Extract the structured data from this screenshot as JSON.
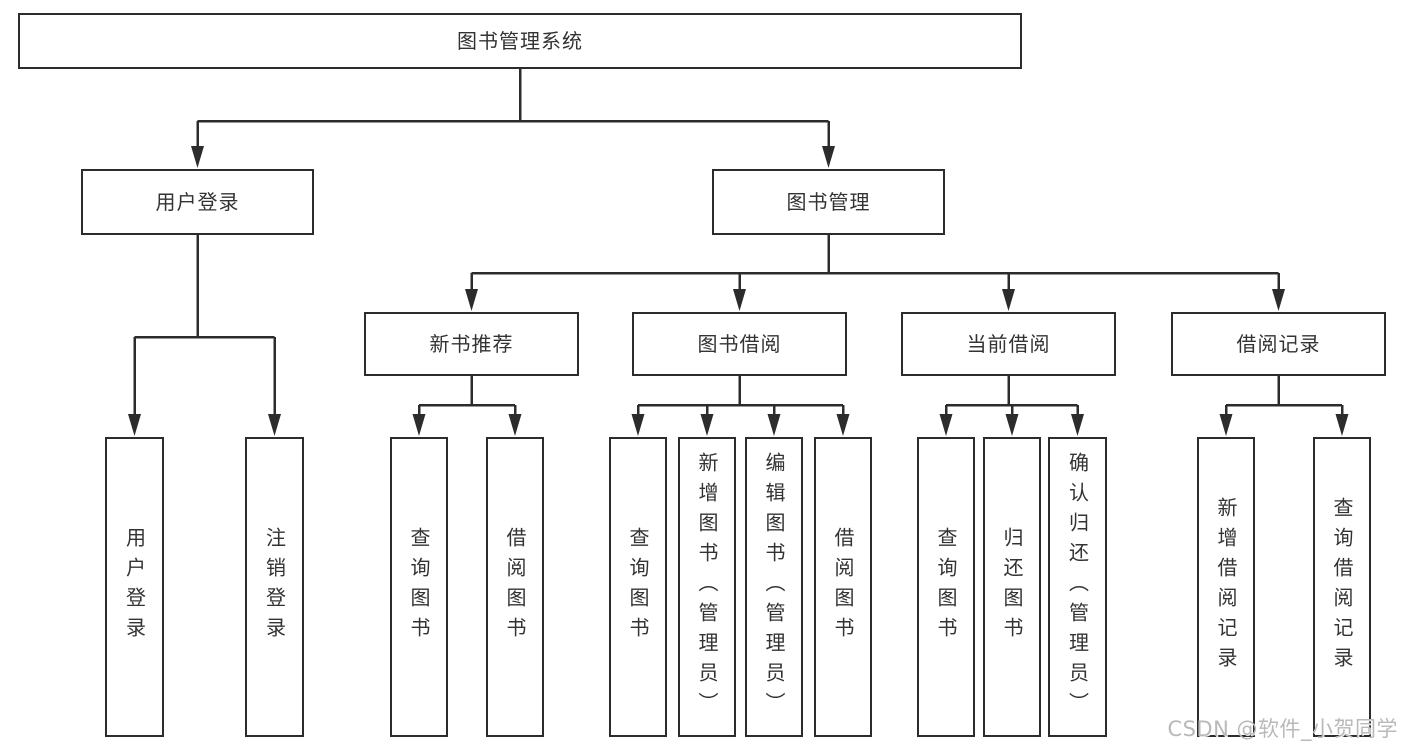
{
  "colors": {
    "line": "#2c2c2c",
    "box_border": "#2c2c2c",
    "box_fill": "#ffffff",
    "text": "#333333",
    "background": "#ffffff",
    "watermark": "#b9b9b9"
  },
  "tree": {
    "label": "图书管理系统",
    "children": [
      {
        "label": "用户登录",
        "children": [
          {
            "label": "用户登录"
          },
          {
            "label": "注销登录"
          }
        ]
      },
      {
        "label": "图书管理",
        "children": [
          {
            "label": "新书推荐",
            "children": [
              {
                "label": "查询图书"
              },
              {
                "label": "借阅图书"
              }
            ]
          },
          {
            "label": "图书借阅",
            "children": [
              {
                "label": "查询图书"
              },
              {
                "label": "新增图书（管理员）"
              },
              {
                "label": "编辑图书（管理员）"
              },
              {
                "label": "借阅图书"
              }
            ]
          },
          {
            "label": "当前借阅",
            "children": [
              {
                "label": "查询图书"
              },
              {
                "label": "归还图书"
              },
              {
                "label": "确认归还（管理员）"
              }
            ]
          },
          {
            "label": "借阅记录",
            "children": [
              {
                "label": "新增借阅记录"
              },
              {
                "label": "查询借阅记录"
              }
            ]
          }
        ]
      }
    ]
  },
  "watermark": {
    "text": "CSDN @软件_小贺同学"
  }
}
